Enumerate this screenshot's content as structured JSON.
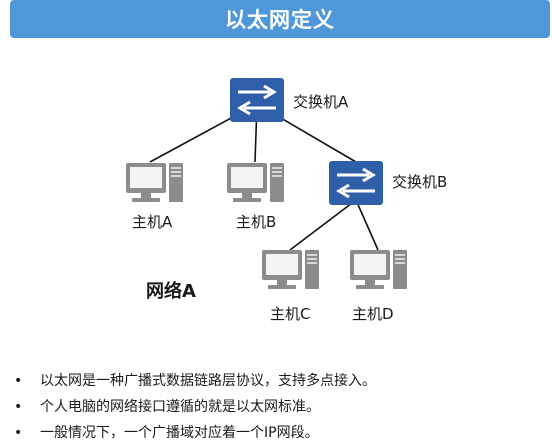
{
  "title": "以太网定义",
  "colors": {
    "title_bg": "#4f97d9",
    "switch": "#2f5fa8",
    "pc": "#8c8c8c"
  },
  "diagram": {
    "switches": [
      {
        "id": "switch-a",
        "label": "交换机A",
        "icon": "switch-icon"
      },
      {
        "id": "switch-b",
        "label": "交换机B",
        "icon": "switch-icon"
      }
    ],
    "hosts": [
      {
        "id": "host-a",
        "label": "主机A",
        "icon": "pc-icon"
      },
      {
        "id": "host-b",
        "label": "主机B",
        "icon": "pc-icon"
      },
      {
        "id": "host-c",
        "label": "主机C",
        "icon": "pc-icon"
      },
      {
        "id": "host-d",
        "label": "主机D",
        "icon": "pc-icon"
      }
    ],
    "network_label": "网络A",
    "links": [
      [
        "switch-a",
        "host-a"
      ],
      [
        "switch-a",
        "host-b"
      ],
      [
        "switch-a",
        "switch-b"
      ],
      [
        "switch-b",
        "host-c"
      ],
      [
        "switch-b",
        "host-d"
      ]
    ]
  },
  "bullets": [
    "以太网是一种广播式数据链路层协议，支持多点接入。",
    "个人电脑的网络接口遵循的就是以太网标准。",
    "一般情况下，一个广播域对应着一个IP网段。"
  ]
}
